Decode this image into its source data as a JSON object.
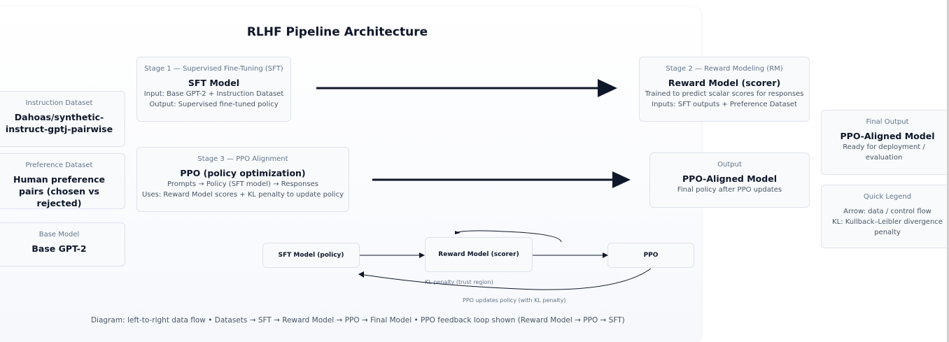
{
  "title": "RLHF Pipeline Architecture",
  "datasets": {
    "instruction": {
      "label": "Instruction Dataset",
      "name": "Dahoas/synthetic-instruct-gptj-pairwise"
    },
    "preference": {
      "label": "Preference Dataset",
      "name": "Human preference pairs (chosen vs rejected)"
    },
    "base": {
      "label": "Base Model",
      "name": "Base GPT-2"
    }
  },
  "stage1": {
    "label": "Stage 1 — Supervised Fine-Tuning (SFT)",
    "name": "SFT Model",
    "line1": "Input: Base GPT-2 + Instruction Dataset",
    "line2": "Output: Supervised fine-tuned policy"
  },
  "stage2": {
    "label": "Stage 2 — Reward Modeling (RM)",
    "name": "Reward Model (scorer)",
    "line1": "Trained to predict scalar scores for responses",
    "line2": "Inputs: SFT outputs + Preference Dataset"
  },
  "stage3": {
    "label": "Stage 3 — PPO Alignment",
    "name": "PPO (policy optimization)",
    "line1": "Prompts → Policy (SFT model) → Responses",
    "line2": "Uses: Reward Model scores + KL penalty to update policy"
  },
  "output": {
    "label": "Output",
    "name": "PPO-Aligned Model",
    "line1": "Final policy after PPO updates"
  },
  "final_output": {
    "label": "Final Output",
    "name": "PPO-Aligned Model",
    "line1": "Ready for deployment / evaluation"
  },
  "legend": {
    "label": "Quick Legend",
    "line1": "Arrow: data / control flow",
    "line2": "KL: Kullback–Leibler divergence penalty"
  },
  "loop": {
    "sft": "SFT Model (policy)",
    "rm": "Reward Model (scorer)",
    "ppo": "PPO",
    "kl_label": "KL penalty (trust region)",
    "update_label": "PPO updates policy (with KL penalty)"
  },
  "caption": "Diagram: left-to-right data flow • Datasets → SFT → Reward Model → PPO → Final Model • PPO feedback loop shown (Reward Model → PPO → SFT)",
  "colors": {
    "arrow": "#0f172a",
    "card_border": "#dde3ec",
    "card_bg": "#f8fafc"
  }
}
